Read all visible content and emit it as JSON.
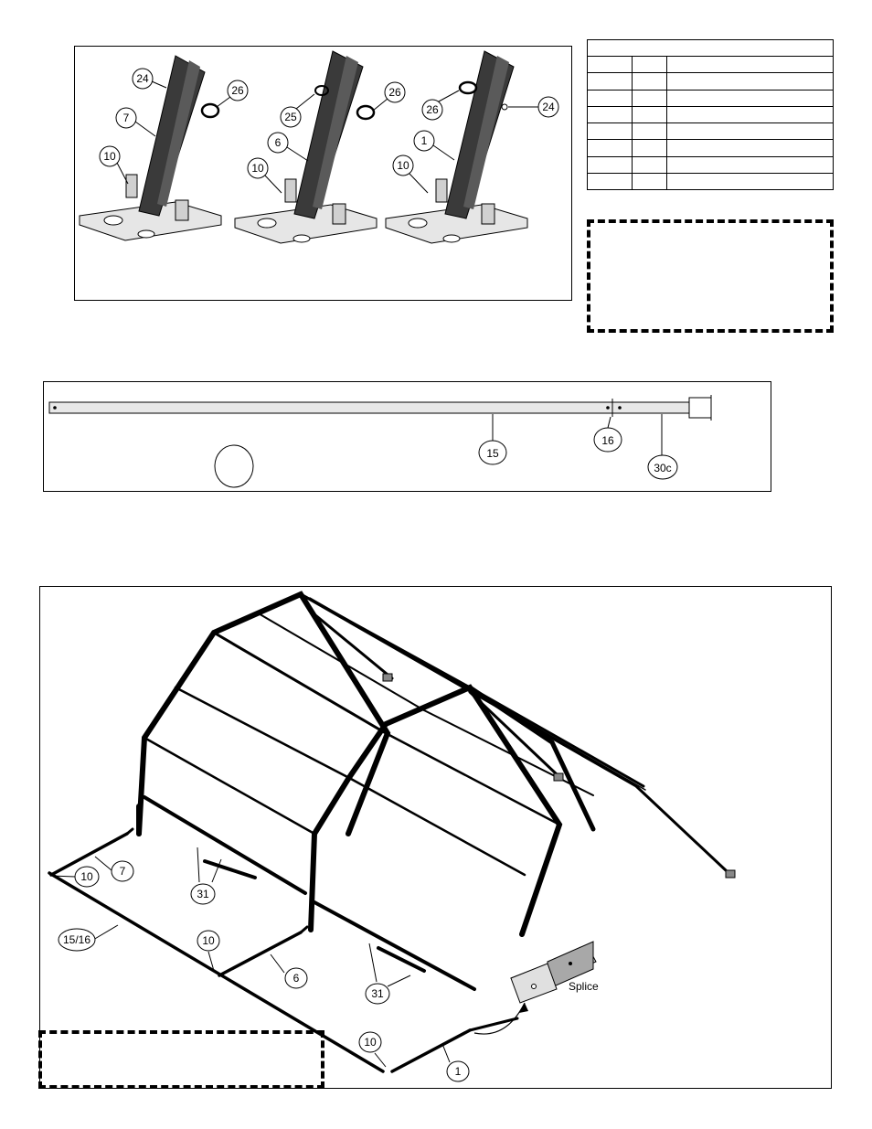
{
  "detail_panel": {
    "assemblies": [
      {
        "labels": [
          "24",
          "7",
          "10",
          "26"
        ]
      },
      {
        "labels": [
          "25",
          "6",
          "10",
          "26"
        ]
      },
      {
        "labels": [
          "26",
          "1",
          "10",
          "24"
        ]
      }
    ]
  },
  "parts_table": {
    "rows": 8,
    "columns": 3
  },
  "rail_panel": {
    "labels": [
      "15",
      "16",
      "30c"
    ]
  },
  "frame_panel": {
    "labels": [
      "10",
      "7",
      "31",
      "15/16",
      "10",
      "6",
      "31",
      "10",
      "1"
    ],
    "splice_label": "Splice"
  }
}
